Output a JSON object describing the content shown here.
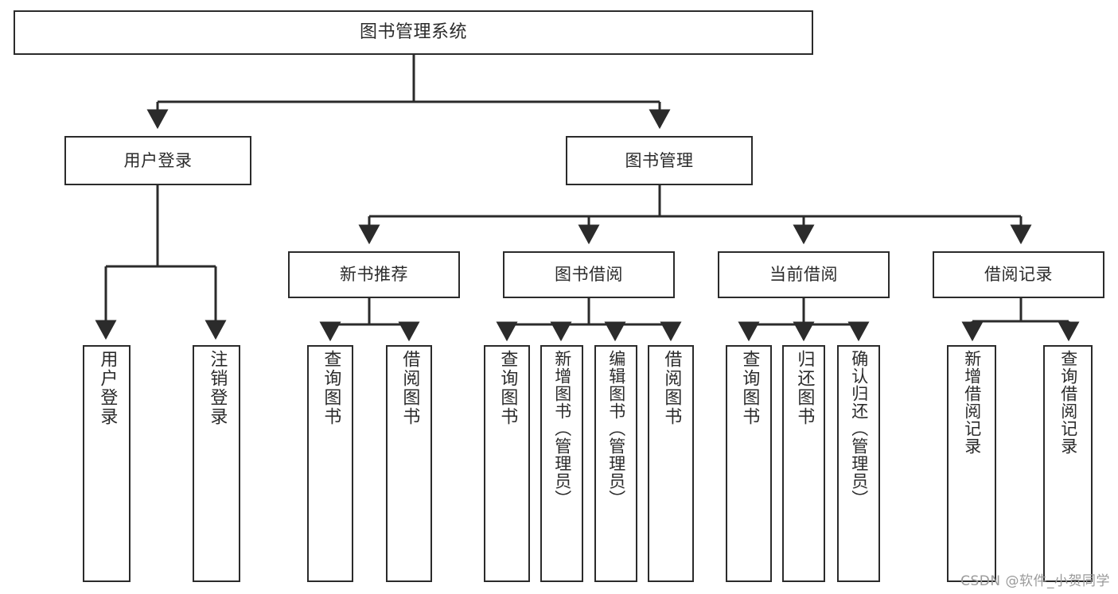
{
  "diagram": {
    "title": "图书管理系统",
    "type": "tree-hierarchy-diagram",
    "accent_color": "#2b2b2b",
    "background_color": "#ffffff",
    "root": {
      "id": "root",
      "label": "图书管理系统"
    },
    "tier2": [
      {
        "id": "user-login",
        "label": "用户登录"
      },
      {
        "id": "book-management",
        "label": "图书管理"
      }
    ],
    "tier3": [
      {
        "id": "new-book-recommend",
        "label": "新书推荐"
      },
      {
        "id": "book-borrow",
        "label": "图书借阅"
      },
      {
        "id": "current-borrow",
        "label": "当前借阅"
      },
      {
        "id": "borrow-record",
        "label": "借阅记录"
      }
    ],
    "leaves": [
      {
        "id": "leaf-user-login",
        "label": "用户登录",
        "parent": "user-login"
      },
      {
        "id": "leaf-logout-login",
        "label": "注销登录",
        "parent": "user-login"
      },
      {
        "id": "leaf-query-book-1",
        "label": "查询图书",
        "parent": "new-book-recommend"
      },
      {
        "id": "leaf-borrow-book-1",
        "label": "借阅图书",
        "parent": "new-book-recommend"
      },
      {
        "id": "leaf-query-book-2",
        "label": "查询图书",
        "parent": "book-borrow"
      },
      {
        "id": "leaf-add-book",
        "label": "新增图书（管理员）",
        "parent": "book-borrow"
      },
      {
        "id": "leaf-edit-book",
        "label": "编辑图书（管理员）",
        "parent": "book-borrow"
      },
      {
        "id": "leaf-borrow-book-2",
        "label": "借阅图书",
        "parent": "book-borrow"
      },
      {
        "id": "leaf-query-book-3",
        "label": "查询图书",
        "parent": "current-borrow"
      },
      {
        "id": "leaf-return-book",
        "label": "归还图书",
        "parent": "current-borrow"
      },
      {
        "id": "leaf-confirm-return",
        "label": "确认归还（管理员）",
        "parent": "current-borrow"
      },
      {
        "id": "leaf-add-record",
        "label": "新增借阅记录",
        "parent": "borrow-record"
      },
      {
        "id": "leaf-query-record",
        "label": "查询借阅记录",
        "parent": "borrow-record"
      }
    ],
    "watermark": "CSDN @软件_小贺同学"
  }
}
